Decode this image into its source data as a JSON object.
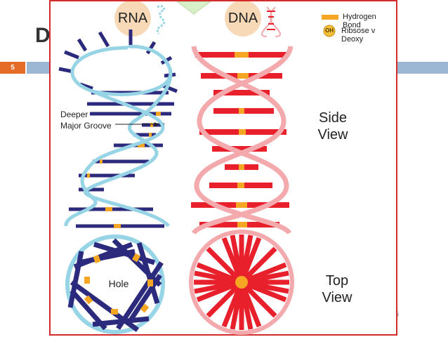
{
  "slide": {
    "title_fragment": "D",
    "number": "5",
    "page_fragment": "6"
  },
  "figure": {
    "rna_label": "RNA",
    "dna_label": "DNA",
    "legend": {
      "hydrogen_bond": "Hydrogen Bond",
      "oh_symbol": "OH",
      "ribose_vs_deoxy": "Ribsose v Deoxy"
    },
    "groove_label_line1": "Deeper",
    "groove_label_line2": "Major Groove",
    "side_view_line1": "Side",
    "side_view_line2": "View",
    "top_view_line1": "Top",
    "top_view_line2": "View",
    "hole_label": "Hole"
  },
  "colors": {
    "rna_backbone": "#96d4e6",
    "rna_base": "#2c2a7c",
    "dna_backbone": "#f4a9ad",
    "dna_base": "#e8202c",
    "hydrogen_bond": "#f5a623",
    "circle_badge": "#f7d9b8",
    "slide_band": "#9bb7d4",
    "slide_badge": "#e46c26",
    "frame": "#d42a2a"
  }
}
